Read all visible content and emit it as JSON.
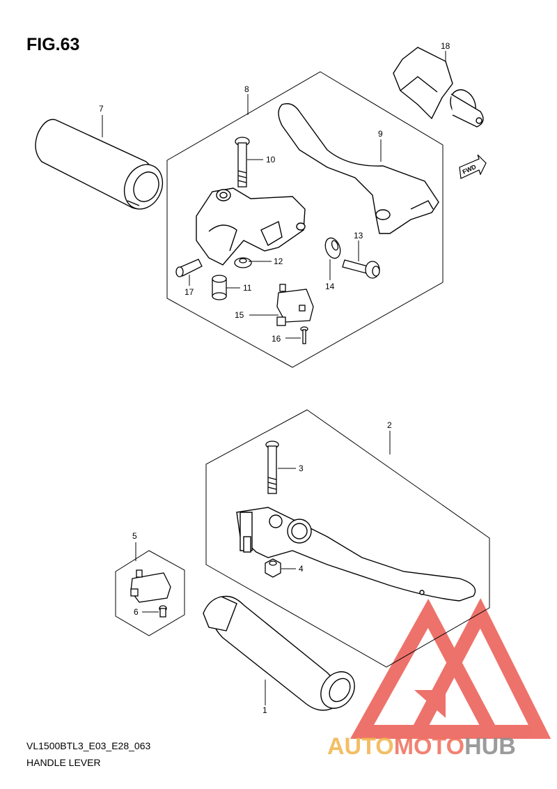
{
  "figure": {
    "title": "FIG.63"
  },
  "footer": {
    "code": "VL1500BTL3_E03_E28_063",
    "caption": "HANDLE LEVER"
  },
  "direction_marker": "FWD",
  "callouts": {
    "p1": "1",
    "p2": "2",
    "p3": "3",
    "p4": "4",
    "p5": "5",
    "p6": "6",
    "p7": "7",
    "p8": "8",
    "p9": "9",
    "p10": "10",
    "p11": "11",
    "p12": "12",
    "p13": "13",
    "p14": "14",
    "p15": "15",
    "p16": "16",
    "p17": "17",
    "p18": "18"
  },
  "watermark": {
    "part_a": "AUTO",
    "part_b": "MOTO",
    "part_c": "HUB",
    "colors": {
      "a": "#f2b34a",
      "b": "#ef6d5a",
      "c": "#8a8a8a",
      "logo": "#e8443a"
    }
  }
}
